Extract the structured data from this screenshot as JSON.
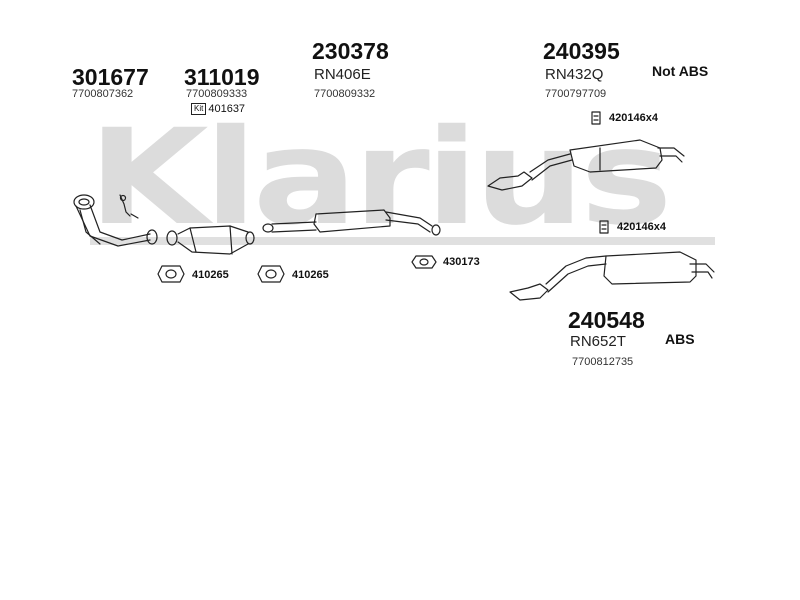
{
  "watermark": "Klarius",
  "parts": {
    "p301677": {
      "number": "301677",
      "oe": "7700807362"
    },
    "p311019": {
      "number": "311019",
      "oe": "7700809333",
      "kit_label": "Kit",
      "kit_number": "401637"
    },
    "p230378": {
      "number": "230378",
      "ref": "RN406E",
      "oe": "7700809332"
    },
    "p240395": {
      "number": "240395",
      "ref": "RN432Q",
      "oe": "7700797709",
      "note": "Not ABS"
    },
    "p240548": {
      "number": "240548",
      "ref": "RN652T",
      "oe": "7700812735",
      "note": "ABS"
    }
  },
  "accessories": {
    "gasket1": "410265",
    "gasket2": "410265",
    "gasket3": "430173",
    "mount_upper": "420146x4",
    "mount_lower": "420146x4"
  },
  "icons": {
    "front_pipe": "front-pipe-icon",
    "catalyst": "catalytic-converter-icon",
    "centre_silencer": "centre-silencer-icon",
    "rear_silencer": "rear-silencer-icon",
    "gasket": "gasket-icon",
    "rubber_mount": "rubber-mount-icon"
  }
}
